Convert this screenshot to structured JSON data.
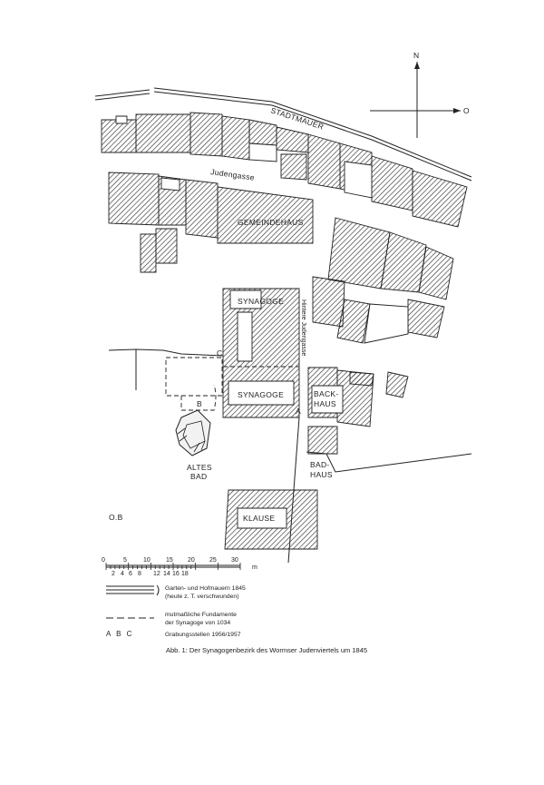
{
  "map": {
    "labels": {
      "stadtmauer": "STADTMAUER",
      "judengasse": "Judengasse",
      "hintere_judengasse": "Hintere Judengasse",
      "gemeindehaus": "GEMEINDEHAUS",
      "synagoge_north": "SYNAGOGE",
      "synagoge": "SYNAGOGE",
      "backhaus_1": "BACK-",
      "backhaus_2": "HAUS",
      "badhaus_1": "BAD-",
      "badhaus_2": "HAUS",
      "altes_bad_1": "ALTES",
      "altes_bad_2": "BAD",
      "klause": "KLAUSE",
      "point_a": "A",
      "point_b": "B",
      "point_c": "C",
      "signature": "O.B"
    },
    "compass": {
      "north": "N",
      "east": "O"
    }
  },
  "scale": {
    "major_ticks": [
      "0",
      "5",
      "10",
      "15",
      "20",
      "25",
      "30"
    ],
    "minor_ticks": [
      "2",
      "4",
      "6",
      "8",
      "12",
      "14",
      "16",
      "18"
    ],
    "unit": "m"
  },
  "legend": {
    "walls_line1": "Garten- und Hofmauern 1845",
    "walls_line2": "(heute z. T. verschwunden)",
    "foundations_line1": "mutmaßliche Fundamente",
    "foundations_line2": "der Synagoge von 1034",
    "digs_letters": "A  B  C",
    "digs_text": "Grabungsstellen 1956/1957"
  },
  "caption": "Abb. 1: Der Synagogenbezirk des Wormser Judenviertels um 1845"
}
